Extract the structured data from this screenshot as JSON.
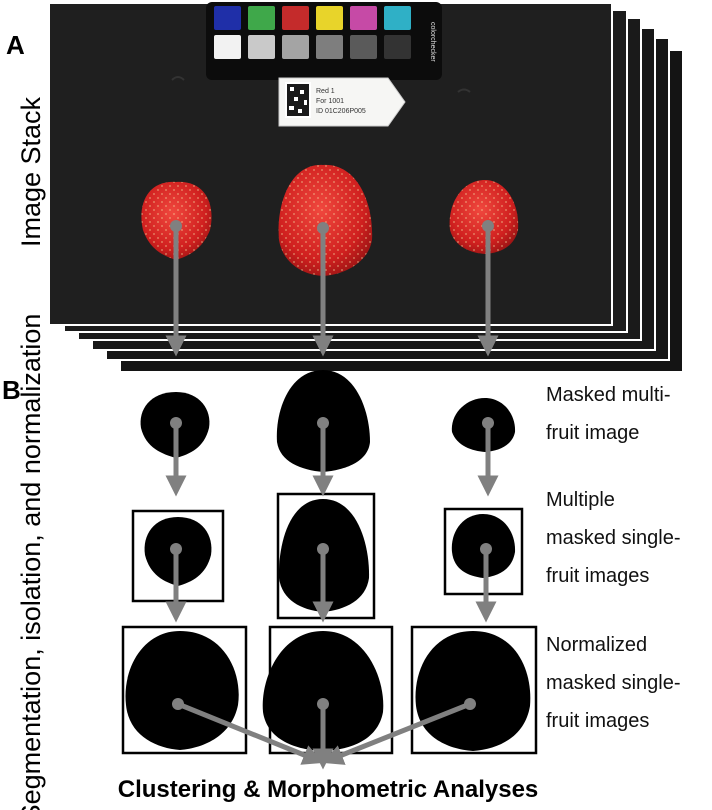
{
  "panels": {
    "a": {
      "letter": "A",
      "title": "Image Stack"
    },
    "b": {
      "letter": "B",
      "title": "Segmentation, isolation, and normalization"
    }
  },
  "label_tag": {
    "line1": "Red 1",
    "line2": "For 1001",
    "line3": "ID 01C206P005"
  },
  "color_checker": {
    "brand": "colorchecker",
    "swatches_top": [
      "#1f2fa8",
      "#3fa84a",
      "#c42b2b",
      "#e8d42a",
      "#c64aa6",
      "#2fb0c6"
    ],
    "swatches_bottom": [
      "#f2f2f2",
      "#c9c9c9",
      "#a4a4a4",
      "#7e7e7e",
      "#5a5a5a",
      "#333333"
    ]
  },
  "steps": {
    "masked": "Masked multi-fruit image",
    "multiple": "Multiple masked single-fruit images",
    "normalized": "Normalized masked single-fruit images"
  },
  "bottom_title": "Clustering & Morphometric Analyses",
  "colors": {
    "arrow": "#808080",
    "background": "#1b1b1b",
    "strawberry": "#d9232a",
    "mask": "#000000"
  }
}
